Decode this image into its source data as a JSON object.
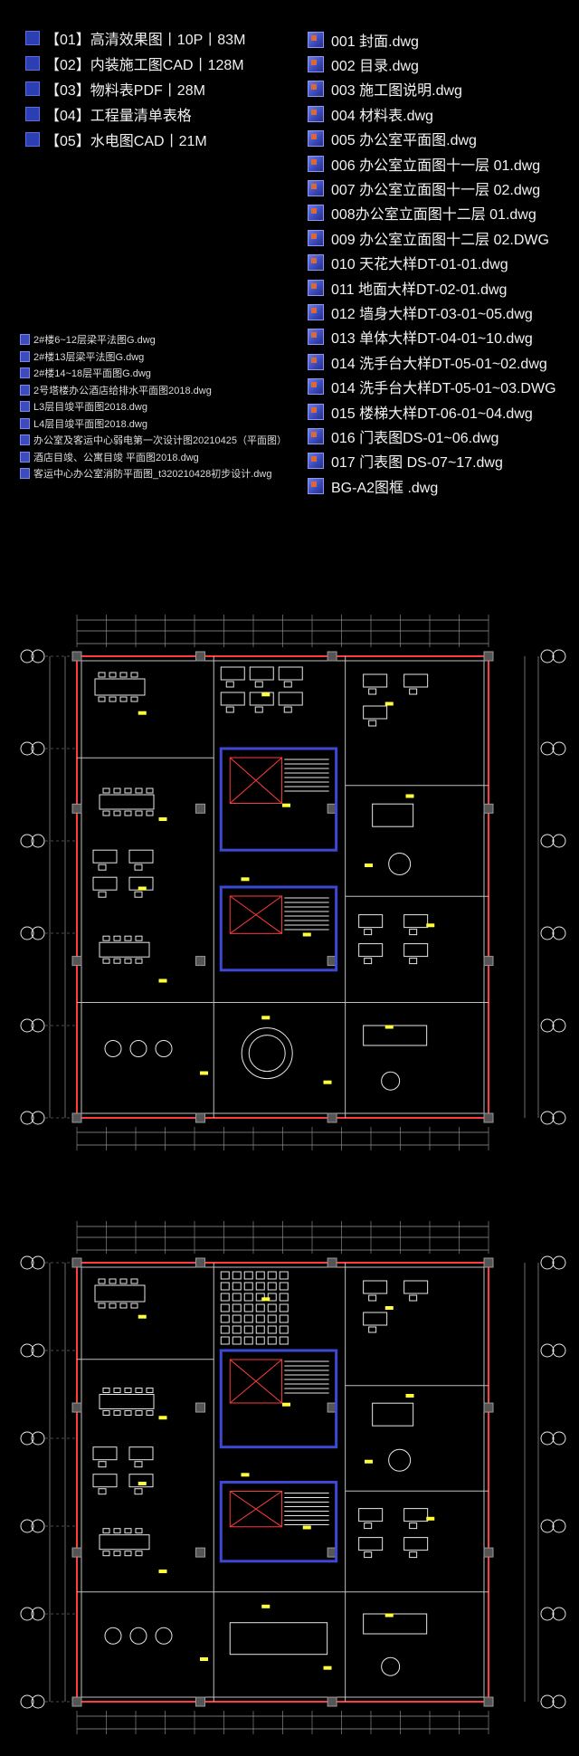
{
  "folders": [
    {
      "label": "【01】高清效果图丨10P丨83M"
    },
    {
      "label": "【02】内装施工图CAD丨128M"
    },
    {
      "label": "【03】物料表PDF丨28M"
    },
    {
      "label": "【04】工程量清单表格"
    },
    {
      "label": "【05】水电图CAD丨21M"
    }
  ],
  "dwg_files": [
    {
      "label": "001 封面.dwg"
    },
    {
      "label": "002 目录.dwg"
    },
    {
      "label": "003 施工图说明.dwg"
    },
    {
      "label": "004 材料表.dwg"
    },
    {
      "label": "005 办公室平面图.dwg"
    },
    {
      "label": "006 办公室立面图十一层 01.dwg"
    },
    {
      "label": "007 办公室立面图十一层 02.dwg"
    },
    {
      "label": "008办公室立面图十二层 01.dwg"
    },
    {
      "label": "009 办公室立面图十二层 02.DWG"
    },
    {
      "label": "010 天花大样DT-01-01.dwg"
    },
    {
      "label": "011 地面大样DT-02-01.dwg"
    },
    {
      "label": "012 墙身大样DT-03-01~05.dwg"
    },
    {
      "label": "013 单体大样DT-04-01~10.dwg"
    },
    {
      "label": "014 洗手台大样DT-05-01~02.dwg"
    },
    {
      "label": "014 洗手台大样DT-05-01~03.DWG"
    },
    {
      "label": "015 楼梯大样DT-06-01~04.dwg"
    },
    {
      "label": "016 门表图DS-01~06.dwg"
    },
    {
      "label": "017 门表图 DS-07~17.dwg"
    },
    {
      "label": "BG-A2图框 .dwg"
    }
  ],
  "small_files": [
    {
      "label": "2#楼6~12层梁平法图G.dwg"
    },
    {
      "label": "2#楼13层梁平法图G.dwg"
    },
    {
      "label": "2#楼14~18层平面图G.dwg"
    },
    {
      "label": "2号塔楼办公酒店给排水平面图2018.dwg"
    },
    {
      "label": "L3层目竣平面图2018.dwg"
    },
    {
      "label": "L4层目竣平面图2018.dwg"
    },
    {
      "label": "办公室及客运中心弱电第一次设计图20210425（平面图）"
    },
    {
      "label": "酒店目竣、公寓目竣 平面图2018.dwg"
    },
    {
      "label": "客运中心办公室消防平面图_t320210428初步设计.dwg"
    }
  ],
  "colors": {
    "background": "#000000",
    "wall": "#bfbfbf",
    "structure": "#ff3b3b",
    "core": "#3d49d6",
    "furniture": "#e6e6e6",
    "highlight": "#ffff3a",
    "dimension": "#9a9a9a"
  }
}
